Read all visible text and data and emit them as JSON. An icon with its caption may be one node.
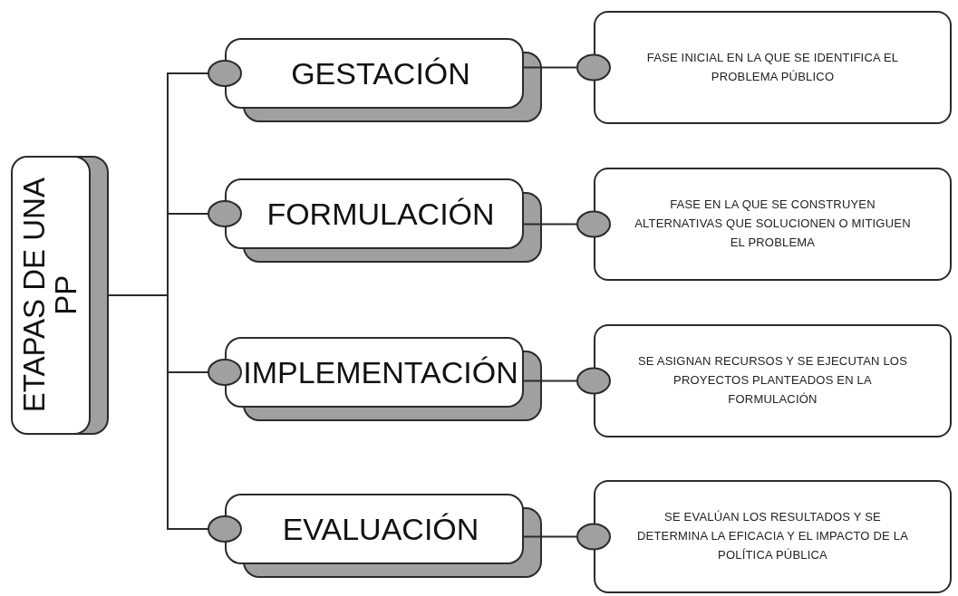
{
  "diagram": {
    "nodes": [
      {
        "text": [
          "ETAPAS DE UNA PP"
        ]
      },
      {
        "text": [
          "GESTACIÓN"
        ]
      },
      {
        "text": [
          "FASE INICIAL EN LA QUE SE IDENTIFICA EL PROBLEMA PÚBLICO"
        ]
      },
      {
        "text": [
          "FORMULACIÓN"
        ]
      },
      {
        "text": [
          "FASE EN LA QUE SE CONSTRUYEN ALTERNATIVAS QUE SOLUCIONEN O MITIGUEN EL PROBLEMA"
        ]
      },
      {
        "text": [
          "IMPLEMENTACIÓN"
        ]
      },
      {
        "text": [
          "SE ASIGNAN RECURSOS Y SE EJECUTAN LOS PROYECTOS PLANTEADOS EN LA FORMULACIÓN"
        ]
      },
      {
        "text": [
          "EVALUACIÓN"
        ]
      },
      {
        "text": [
          "SE EVALÚAN LOS RESULTADOS Y SE DETERMINA LA EFICACIA Y EL IMPACTO DE LA POLÍTICA PÚBLICA"
        ]
      }
    ],
    "edges": [
      {
        "from": 0,
        "to": 1,
        "arrow": "other"
      },
      {
        "from": 0,
        "to": 3,
        "arrow": "other"
      },
      {
        "from": 0,
        "to": 5,
        "arrow": "other"
      },
      {
        "from": 0,
        "to": 7,
        "arrow": "other"
      },
      {
        "from": 1,
        "to": 2,
        "arrow": "other"
      },
      {
        "from": 3,
        "to": 4,
        "arrow": "other"
      },
      {
        "from": 5,
        "to": 6,
        "arrow": "other"
      },
      {
        "from": 7,
        "to": 8,
        "arrow": "other"
      }
    ]
  }
}
